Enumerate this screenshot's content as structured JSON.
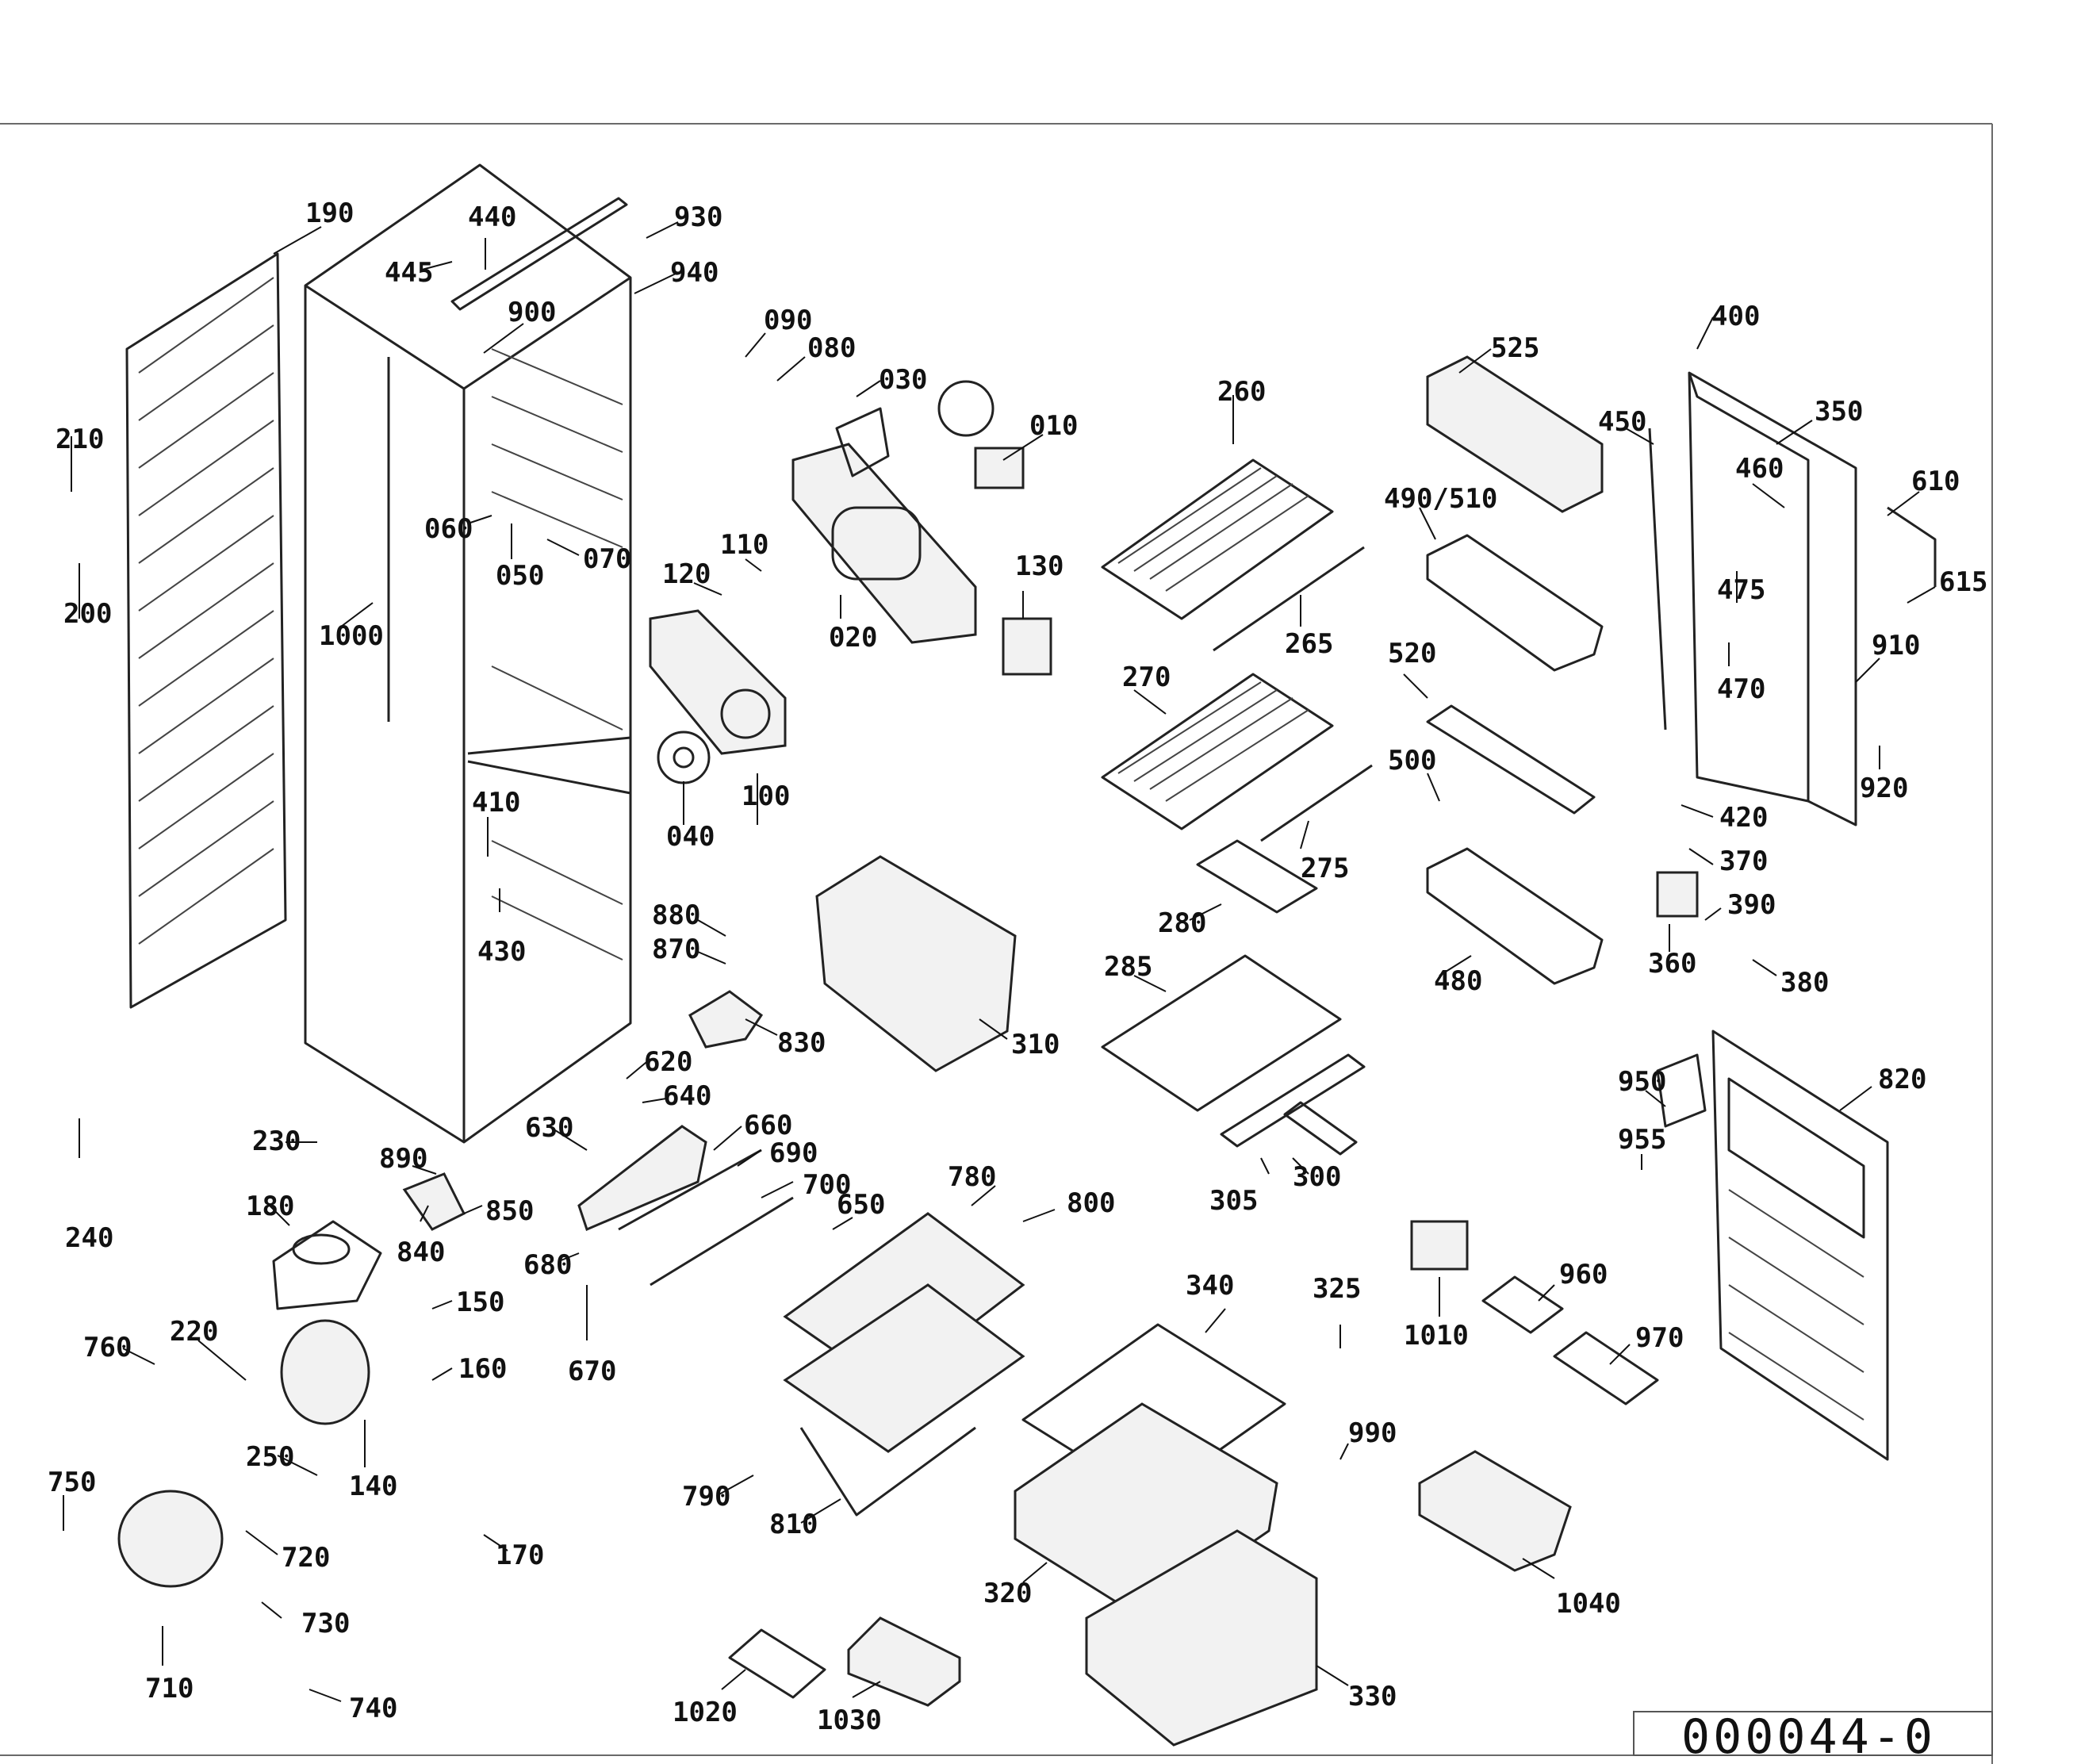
{
  "drawing_number": "000044-0",
  "callouts": [
    "190",
    "440",
    "930",
    "445",
    "940",
    "900",
    "090",
    "080",
    "030",
    "010",
    "260",
    "525",
    "400",
    "350",
    "210",
    "200",
    "060",
    "050",
    "070",
    "1000",
    "110",
    "120",
    "130",
    "020",
    "450",
    "490/510",
    "460",
    "610",
    "615",
    "475",
    "470",
    "910",
    "920",
    "265",
    "270",
    "520",
    "500",
    "275",
    "420",
    "370",
    "390",
    "380",
    "360",
    "100",
    "040",
    "410",
    "430",
    "880",
    "870",
    "830",
    "310",
    "280",
    "285",
    "480",
    "820",
    "950",
    "955",
    "620",
    "640",
    "630",
    "660",
    "690",
    "700",
    "230",
    "890",
    "850",
    "840",
    "180",
    "240",
    "150",
    "160",
    "680",
    "670",
    "780",
    "800",
    "650",
    "300",
    "305",
    "340",
    "325",
    "1010",
    "960",
    "970",
    "760",
    "220",
    "250",
    "140",
    "750",
    "720",
    "730",
    "710",
    "740",
    "170",
    "790",
    "810",
    "320",
    "330",
    "1020",
    "1030",
    "990",
    "1040"
  ]
}
